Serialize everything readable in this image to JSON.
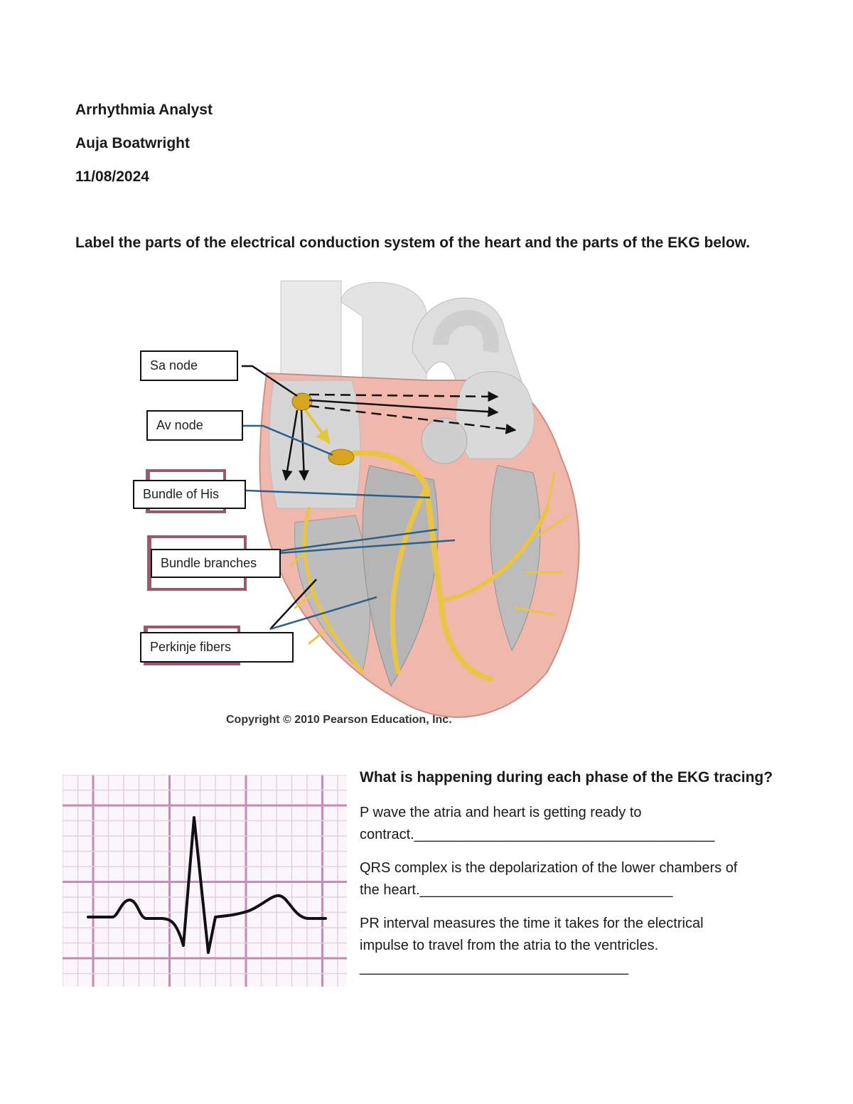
{
  "header": {
    "title": "Arrhythmia Analyst",
    "name": "Auja Boatwright",
    "date": "11/08/2024"
  },
  "instructions": "Label the parts of the electrical conduction system of the heart and the parts of the EKG below.",
  "diagram": {
    "labels": {
      "sa_node": "Sa node",
      "av_node": "Av node",
      "bundle_of_his": "Bundle of His",
      "bundle_branches": "Bundle branches",
      "purkinje": "Perkinje fibers"
    },
    "copyright": "Copyright © 2010 Pearson Education, Inc.",
    "colors": {
      "myocardium": "#f0b8ad",
      "conduction": "#e9c447",
      "node": "#d8a520",
      "chamber": "#dcdcdc",
      "vessel": "#e6e6e6",
      "leader_blue": "#2c5f8a"
    }
  },
  "ekg": {
    "colors": {
      "grid_major": "#c68bb4",
      "grid_minor": "#e6cfe0",
      "trace": "#111111"
    }
  },
  "questions": {
    "title": "What is happening during each phase of the EKG tracing?",
    "answers": [
      {
        "line1": "P wave the atria and heart is getting ready to",
        "line2": "contract.______________________________________"
      },
      {
        "line1": "QRS complex is the depolarization of the lower chambers of",
        "line2": "the heart.________________________________"
      },
      {
        "line1": "PR interval measures the time it takes for the electrical",
        "line2": "impulse to travel from the atria to the ventricles.",
        "line3": "__________________________________"
      }
    ]
  }
}
